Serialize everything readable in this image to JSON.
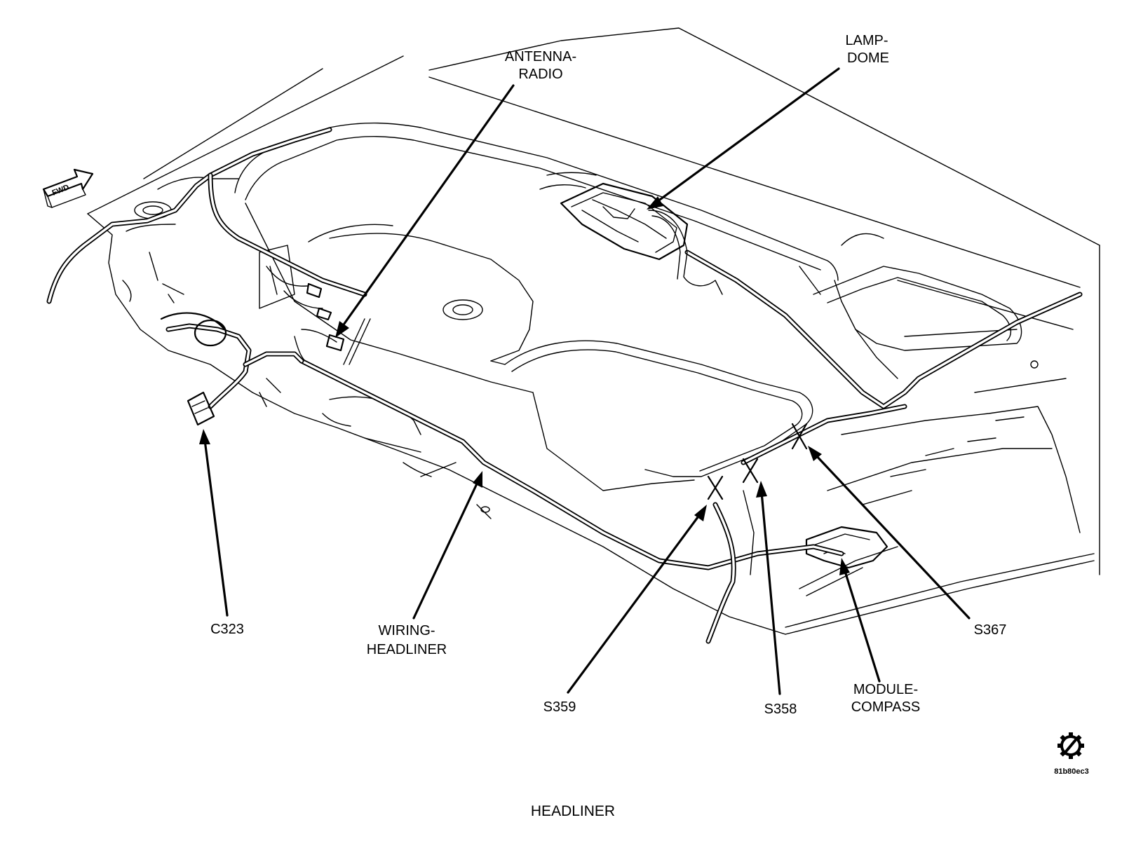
{
  "diagram": {
    "caption": "HEADLINER",
    "figure_id": "81b80ec3",
    "direction_arrow": "FWD",
    "labels": {
      "antenna_radio": [
        "ANTENNA-",
        "RADIO"
      ],
      "lamp_dome": [
        "LAMP-",
        "DOME"
      ],
      "c323": "C323",
      "wiring_headliner": [
        "WIRING-",
        "HEADLINER"
      ],
      "s359": "S359",
      "s358": "S358",
      "module_compass": [
        "MODULE-",
        "COMPASS"
      ],
      "s367": "S367"
    },
    "icons": [
      "gear-icon",
      "fwd-arrow-icon"
    ]
  }
}
